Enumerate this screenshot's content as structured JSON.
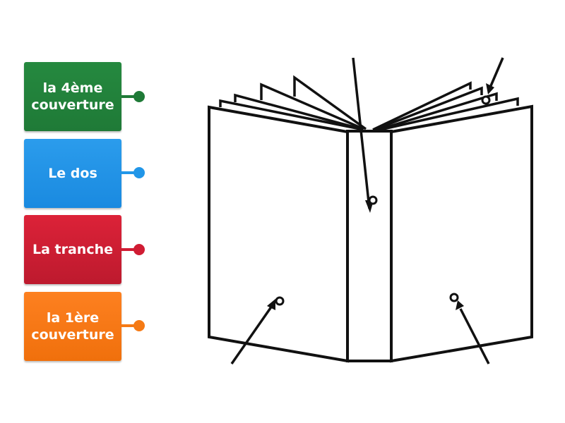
{
  "labels": [
    {
      "text": "la 4ème couverture",
      "color": "#25893f",
      "color2": "#1f7a37"
    },
    {
      "text": "Le dos",
      "color": "#2196e8",
      "color2": "#1a8ae0"
    },
    {
      "text": "La tranche",
      "color": "#d81f36",
      "color2": "#bd1a2e"
    },
    {
      "text": "la 1ère couverture",
      "color": "#fb7c15",
      "color2": "#f0700c"
    }
  ]
}
